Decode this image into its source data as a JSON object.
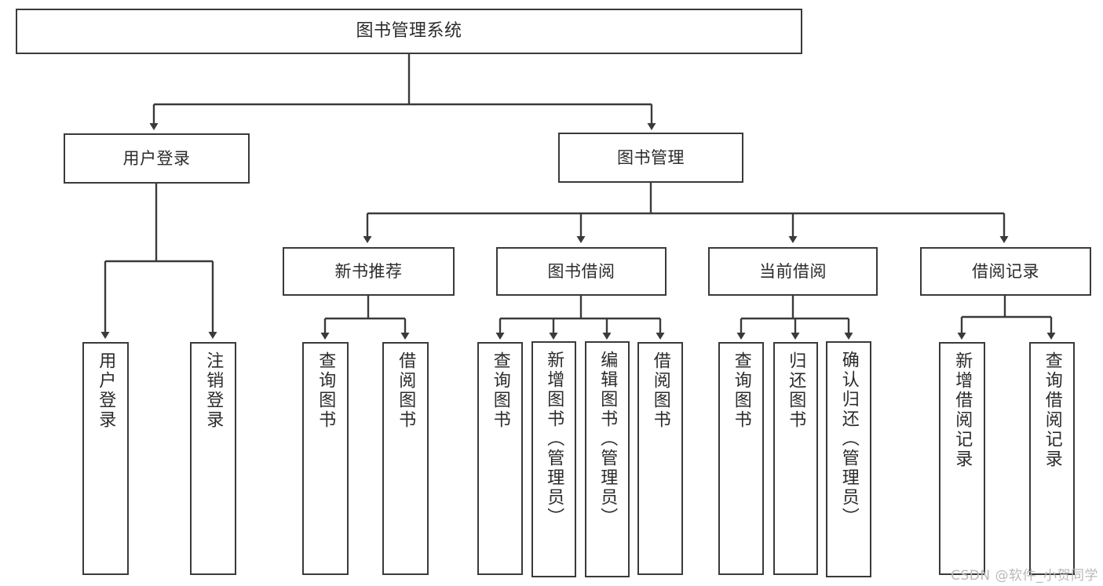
{
  "diagram": {
    "type": "tree",
    "title": "图书管理系统",
    "watermark": "CSDN @软件_小贺同学",
    "colors": {
      "stroke": "#3a3a3a",
      "text": "#2b2b2b",
      "background": "#ffffff",
      "watermark": "#b9b9b9"
    },
    "root": {
      "label": "图书管理系统"
    },
    "level2": [
      {
        "label": "用户登录"
      },
      {
        "label": "图书管理"
      }
    ],
    "level3": [
      {
        "label": "新书推荐"
      },
      {
        "label": "图书借阅"
      },
      {
        "label": "当前借阅"
      },
      {
        "label": "借阅记录"
      }
    ],
    "leaves": {
      "user_login": [
        {
          "label": "用户登录"
        },
        {
          "label": "注销登录"
        }
      ],
      "new_book_recommend": [
        {
          "label": "查询图书"
        },
        {
          "label": "借阅图书"
        }
      ],
      "book_borrow": [
        {
          "label": "查询图书"
        },
        {
          "label": "新增图书（管理员）"
        },
        {
          "label": "编辑图书（管理员）"
        },
        {
          "label": "借阅图书"
        }
      ],
      "current_borrow": [
        {
          "label": "查询图书"
        },
        {
          "label": "归还图书"
        },
        {
          "label": "确认归还（管理员）"
        }
      ],
      "borrow_record": [
        {
          "label": "新增借阅记录"
        },
        {
          "label": "查询借阅记录"
        }
      ]
    }
  }
}
